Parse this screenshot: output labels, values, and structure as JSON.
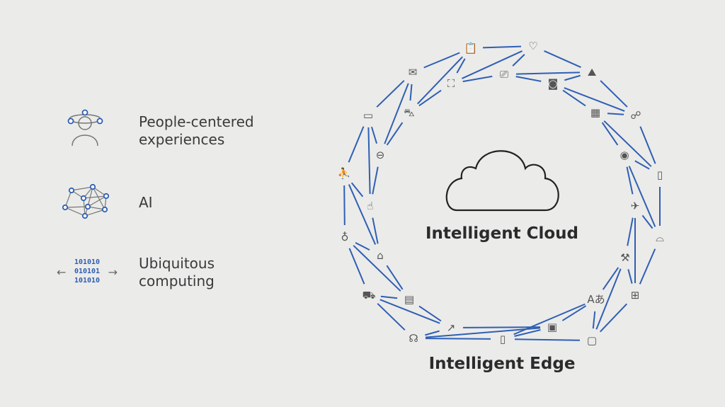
{
  "legend": [
    {
      "icon": "person-orbit-icon",
      "label_line1": "People-centered",
      "label_line2": "experiences"
    },
    {
      "icon": "neural-network-icon",
      "label_line1": "AI",
      "label_line2": ""
    },
    {
      "icon": "binary-arrows-icon",
      "label_line1": "Ubiquitous",
      "label_line2": "computing",
      "binary": [
        "101010",
        "010101",
        "101010"
      ]
    }
  ],
  "center": {
    "icon": "cloud-icon",
    "label": "Intelligent Cloud"
  },
  "ring_label": "Intelligent Edge",
  "colors": {
    "accent": "#2f5fb3",
    "icon": "#555555",
    "background": "#ebebea"
  },
  "outer_nodes": [
    "clipboard-icon",
    "heart-icon",
    "map-icon",
    "people-icon",
    "smart-speaker-icon",
    "game-controller-icon",
    "satellite-icon",
    "locked-document-icon",
    "phone-icon",
    "voice-icon",
    "shopping-cart-icon",
    "smart-bulb-icon",
    "motion-tracking-icon",
    "laptop-icon",
    "mail-icon"
  ],
  "inner_nodes": [
    "face-scan-icon",
    "devices-icon",
    "camera-icon",
    "calendar-icon",
    "eye-icon",
    "airplane-icon",
    "wrench-icon",
    "translate-icon",
    "chip-icon",
    "trend-line-icon",
    "contact-card-icon",
    "factory-icon",
    "touch-pointer-icon",
    "headset-icon",
    "car-icon"
  ]
}
